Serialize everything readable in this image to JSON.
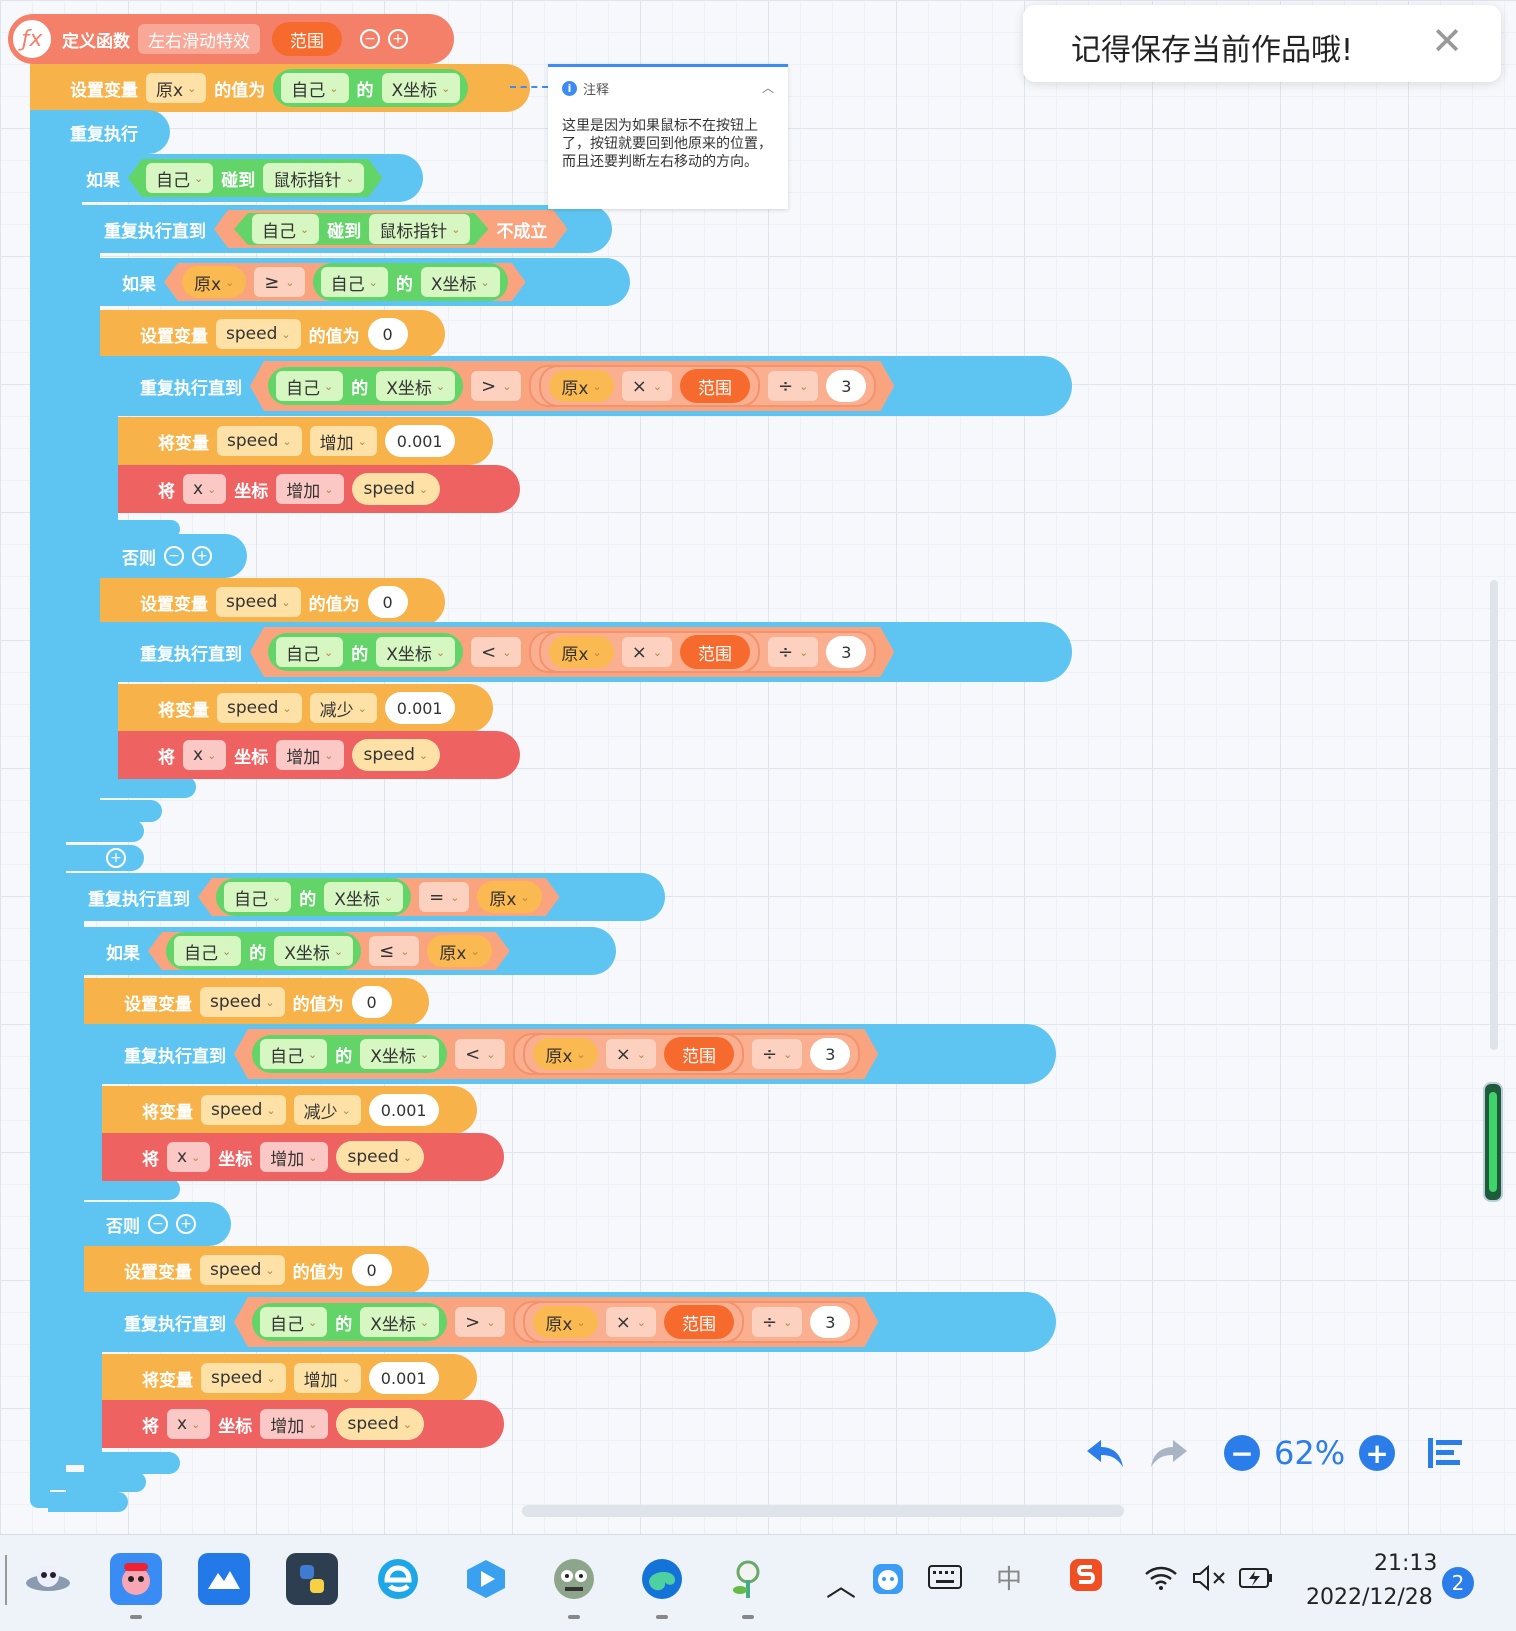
{
  "toast": {
    "message": "记得保存当前作品哦!",
    "close": "✕"
  },
  "comment": {
    "title": "注释",
    "text": "这里是因为如果鼠标不在按钮上了，按钮就要回到他原来的位置，而且还要判断左右移动的方向。"
  },
  "blocks": {
    "fx_icon": "ƒx",
    "define": "定义函数",
    "func_name": "左右滑动特效",
    "param": "范围",
    "set_var": "设置变量",
    "value_of": "的值为",
    "self": "自己",
    "of": "的",
    "xcoord": "X坐标",
    "forever": "重复执行",
    "if": "如果",
    "touch": "碰到",
    "mouse": "鼠标指针",
    "repeat_until": "重复执行直到",
    "not_true": "不成立",
    "var_yuanx": "原x",
    "var_speed": "speed",
    "change_var": "将变量",
    "increase": "增加",
    "decrease": "减少",
    "set_prefix": "将",
    "axis_x": "x",
    "coord": "坐标",
    "else": "否则",
    "ge": "≥",
    "le": "≤",
    "gt": ">",
    "lt": "<",
    "eq": "=",
    "times": "×",
    "div": "÷",
    "zero": "0",
    "three": "3",
    "step": "0.001",
    "minus": "−",
    "plus": "+"
  },
  "toolbar": {
    "undo": "undo-icon",
    "redo": "redo-icon",
    "zoom": "62%",
    "zoom_out": "−",
    "zoom_in": "+",
    "align": "align-icon"
  },
  "taskbar": {
    "time": "21:13",
    "date": "2022/12/28",
    "notifications": "2",
    "ime": "中",
    "overflow": "^"
  },
  "colors": {
    "blue": "#5ec5f2",
    "orange": "#f7b24a",
    "red": "#ee6262",
    "green": "#63d467",
    "accent": "#3d8bf5"
  }
}
